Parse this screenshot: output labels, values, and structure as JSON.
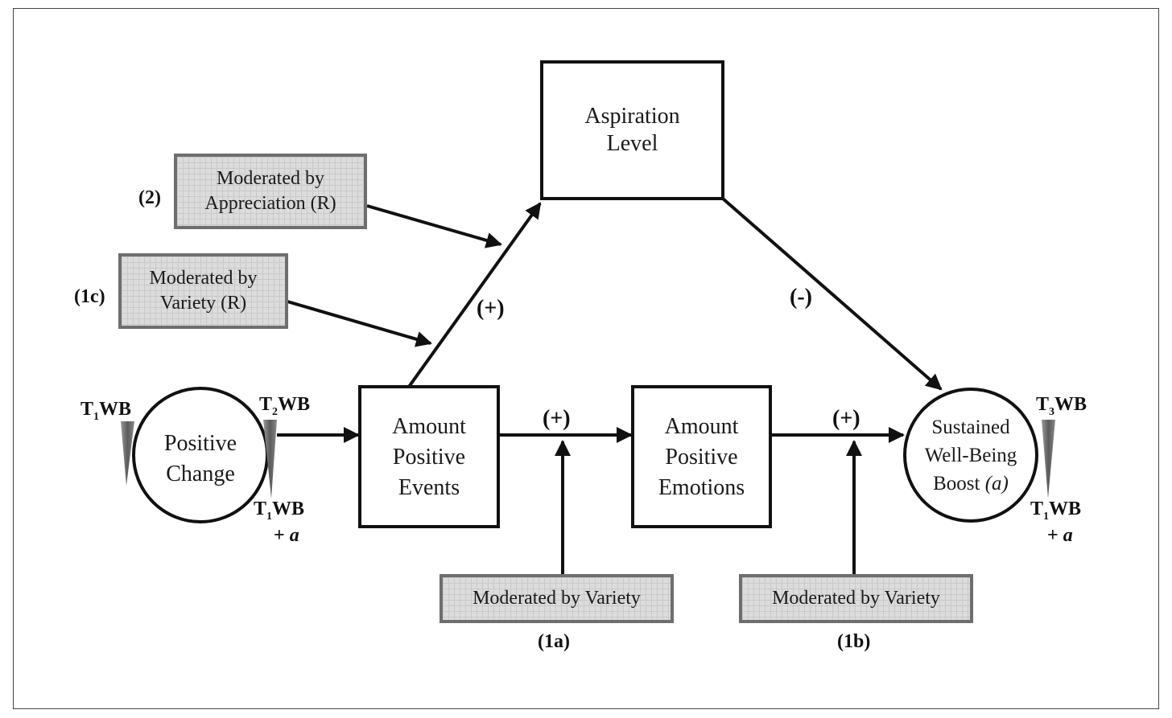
{
  "nodes": {
    "aspiration": [
      "Aspiration",
      "Level"
    ],
    "events": [
      "Amount",
      "Positive",
      "Events"
    ],
    "emotions": [
      "Amount",
      "Positive",
      "Emotions"
    ],
    "change": [
      "Positive",
      "Change"
    ],
    "wellbeing": [
      "Sustained",
      "Well-Being",
      "Boost",
      "(a)"
    ]
  },
  "moderators": {
    "appreciation": {
      "tag": "(2)",
      "lines": [
        "Moderated by",
        "Appreciation (R)"
      ]
    },
    "variety_c": {
      "tag": "(1c)",
      "lines": [
        "Moderated by",
        "Variety (R)"
      ]
    },
    "variety_a": {
      "tag": "(1a)",
      "text": "Moderated by Variety"
    },
    "variety_b": {
      "tag": "(1b)",
      "text": "Moderated by Variety"
    }
  },
  "signs": {
    "events_to_aspiration": "(+)",
    "aspiration_to_wellbeing": "(-)",
    "events_to_emotions": "(+)",
    "emotions_to_wellbeing": "(+)"
  },
  "wb_labels": {
    "left_t1": {
      "main": "T",
      "sub": "1",
      "rest": "WB"
    },
    "left_t2": {
      "main": "T",
      "sub": "2",
      "rest": "WB"
    },
    "left_t1_bottom": {
      "main": "T",
      "sub": "1",
      "rest": "WB"
    },
    "left_plus": "+ ",
    "left_a": "a",
    "right_t3": {
      "main": "T",
      "sub": "3",
      "rest": "WB"
    },
    "right_t1_bottom": {
      "main": "T",
      "sub": "1",
      "rest": "WB"
    },
    "right_plus": "+ ",
    "right_a": "a"
  },
  "colors": {
    "stroke": "#111111",
    "moderator_fill": "#dcdcdc",
    "moderator_border": "#6e6e6e",
    "wedge": "#6a6a6a"
  }
}
